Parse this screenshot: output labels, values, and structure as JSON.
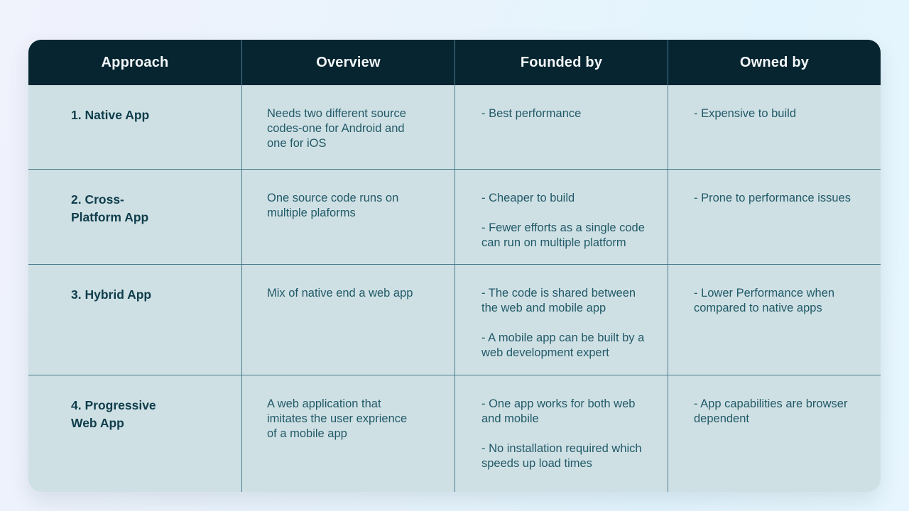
{
  "colors": {
    "header_bg": "#062530",
    "cell_bg": "#cfe0e4",
    "border": "#4a7d92",
    "header_text": "#f4f8fa",
    "approach_text": "#0e3d4b",
    "body_text": "#215a68",
    "page_bg_left": "#f0f2fc",
    "page_bg_right": "#e2f4fd"
  },
  "table": {
    "headers": [
      "Approach",
      "Overview",
      "Founded by",
      "Owned by"
    ],
    "rows": [
      {
        "approach": "1. Native App",
        "overview": "Needs two different source codes-one for Android and one for iOS",
        "founded_by": [
          "- Best performance"
        ],
        "owned_by": [
          "- Expensive to build"
        ]
      },
      {
        "approach": "2. Cross-Platform App",
        "overview": "One source code runs on multiple plaforms",
        "founded_by": [
          "- Cheaper to build",
          "- Fewer efforts as a single code can run on multiple platform"
        ],
        "owned_by": [
          "- Prone to performance issues"
        ]
      },
      {
        "approach": "3. Hybrid App",
        "overview": "Mix of native end a web app",
        "founded_by": [
          "- The code is shared between the web and mobile app",
          "- A mobile app can be built by a web development expert"
        ],
        "owned_by": [
          "- Lower Performance when compared to native apps"
        ]
      },
      {
        "approach": "4. Progressive Web App",
        "overview": "A web application that imitates the user exprience of a mobile app",
        "founded_by": [
          "- One app works for both web and mobile",
          "- No installation required which speeds up load times"
        ],
        "owned_by": [
          "- App capabilities are browser dependent"
        ]
      }
    ]
  }
}
